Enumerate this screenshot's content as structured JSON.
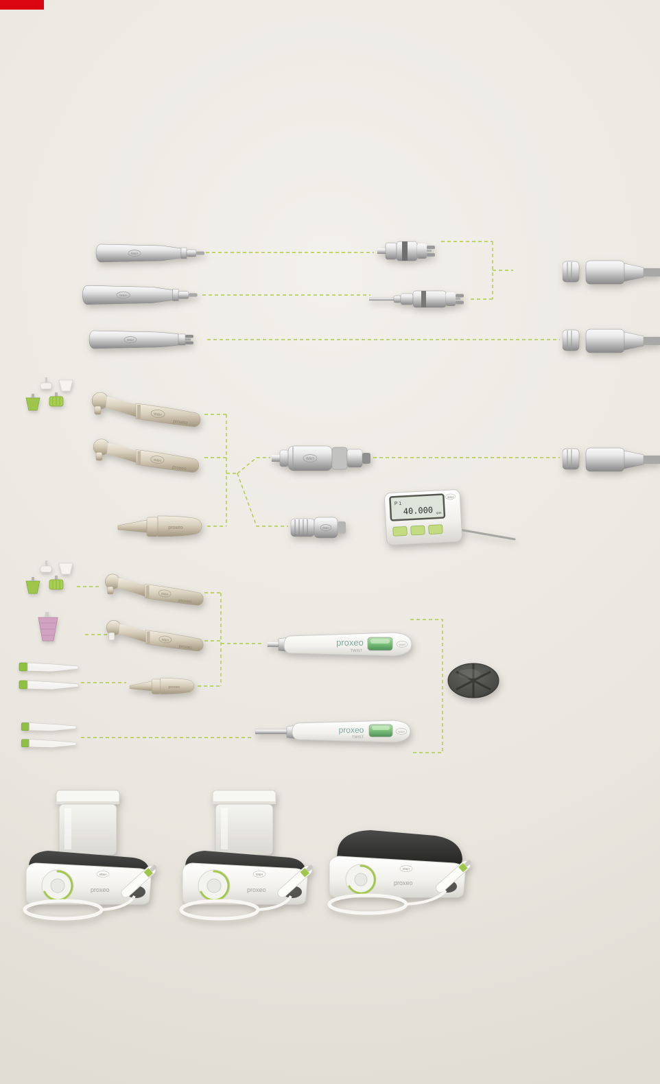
{
  "page": {
    "background_center": "#f2f0ea",
    "background_edge": "#ddd9d0",
    "accent_bar_color": "#da0510",
    "connector_line_color": "#a9c93d",
    "accent_green": "#9fc54a",
    "metal_light": "#f2f2f2",
    "metal_dark": "#8f8f8f",
    "champagne": "#cfc6b2"
  },
  "brand": {
    "logo_text": "W&H"
  },
  "labels": {
    "product_line": "proxeo"
  },
  "control_unit": {
    "program": "P 1",
    "speed_value": "40.000",
    "speed_unit": "rpm"
  },
  "twist": {
    "name": "proxeo",
    "series": "TWIST"
  },
  "scaler": {
    "name": "proxeo"
  }
}
